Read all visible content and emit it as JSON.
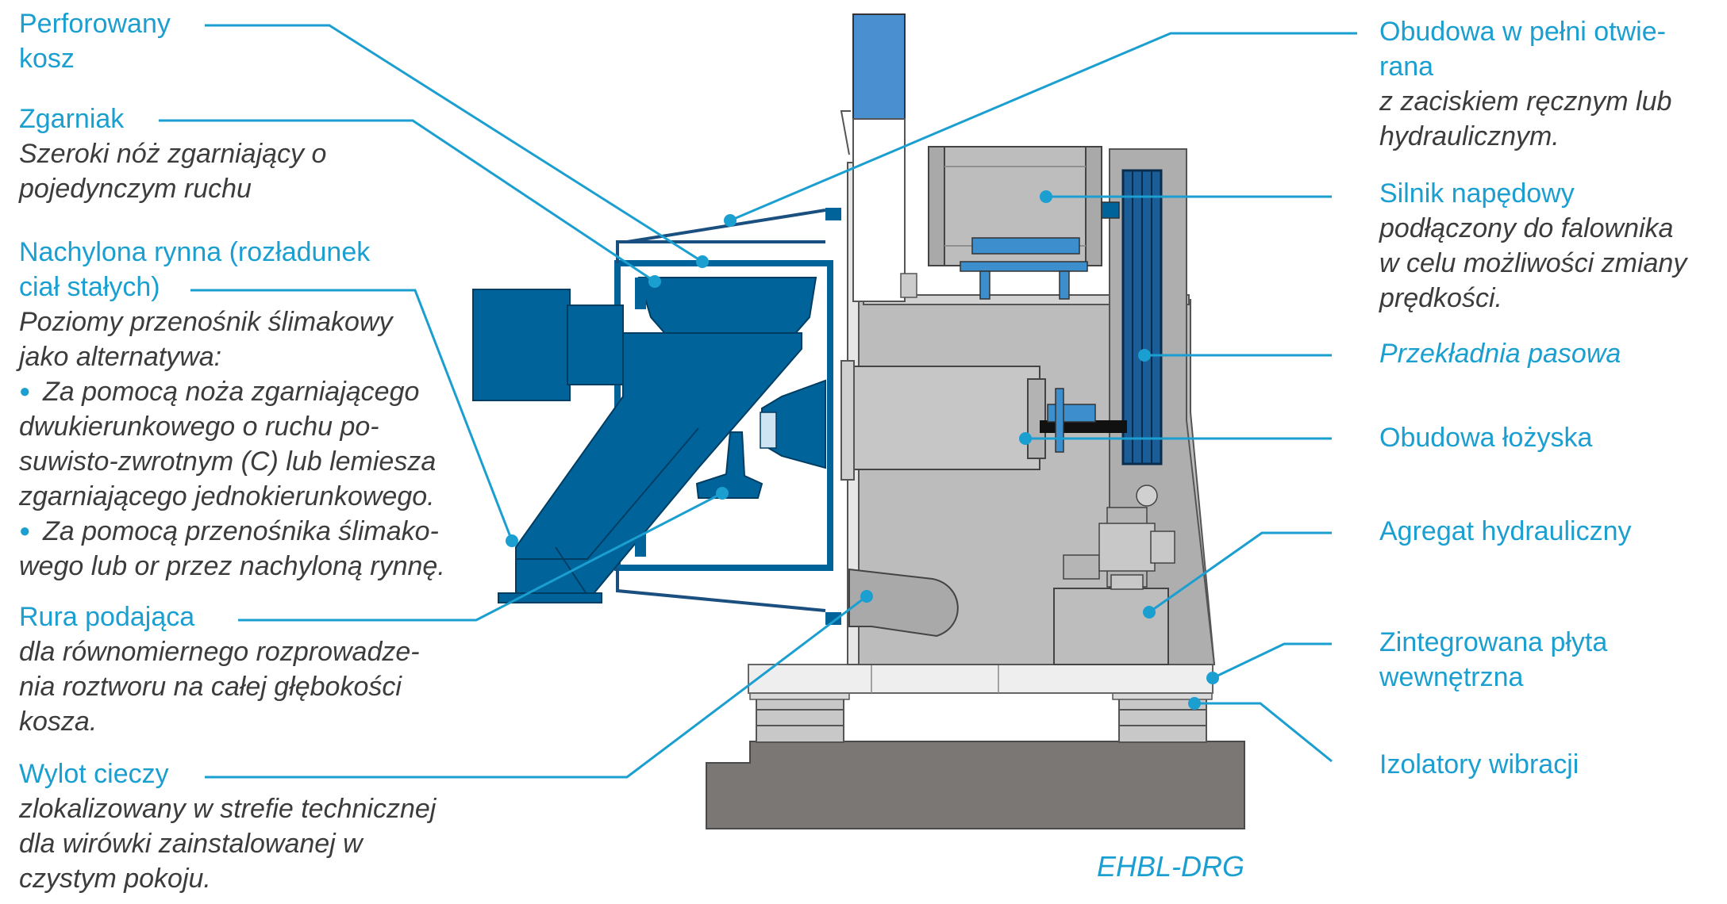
{
  "colors": {
    "accent": "#1a9fd0",
    "machine_blue": "#00649b",
    "grey": "#b9b9b9",
    "dark_grey": "#7b7774"
  },
  "model_code": "EHBL-DRG",
  "left_labels": {
    "perforated_basket": {
      "title": [
        "Perforowany",
        "kosz"
      ]
    },
    "scraper": {
      "title": [
        "Zgarniak"
      ],
      "desc": [
        "Szeroki nóż zgarniający o",
        "pojedynczym ruchu"
      ]
    },
    "chute": {
      "title": [
        "Nachylona rynna (rozładunek",
        "ciał stałych)"
      ],
      "desc": [
        "Poziomy przenośnik ślimakowy",
        "jako alternatywa:"
      ],
      "bullets": [
        [
          "Za pomocą noża zgarniającego",
          "dwukierunkowego o ruchu po-",
          "suwisto-zwrotnym (C) lub lemiesza",
          "zgarniającego jednokierunkowego."
        ],
        [
          "Za pomocą przenośnika ślimako-",
          "wego lub or przez nachyloną rynnę."
        ]
      ]
    },
    "feed_pipe": {
      "title": [
        "Rura podająca"
      ],
      "desc": [
        "dla równomiernego rozprowadze-",
        "nia roztworu na całej głębokości",
        "kosza."
      ]
    },
    "liquid_outlet": {
      "title": [
        "Wylot cieczy"
      ],
      "desc": [
        "zlokalizowany w strefie technicznej",
        "dla wirówki zainstalowanej w",
        "czystym pokoju."
      ]
    }
  },
  "right_labels": {
    "housing": {
      "title": [
        "Obudowa w pełni otwie-",
        "rana"
      ],
      "desc": [
        "z zaciskiem ręcznym lub",
        "hydraulicznym."
      ]
    },
    "motor": {
      "title": [
        "Silnik napędowy"
      ],
      "desc": [
        "podłączony do falownika",
        "w celu możliwości zmiany",
        "prędkości."
      ]
    },
    "belt": {
      "title": [
        "Przekładnia pasowa"
      ]
    },
    "bearing": {
      "title": [
        "Obudowa łożyska"
      ]
    },
    "hydraulic": {
      "title": [
        "Agregat hydrauliczny"
      ]
    },
    "plate": {
      "title": [
        "Zintegrowana płyta",
        "wewnętrzna"
      ]
    },
    "isolators": {
      "title": [
        "Izolatory wibracji"
      ]
    }
  }
}
